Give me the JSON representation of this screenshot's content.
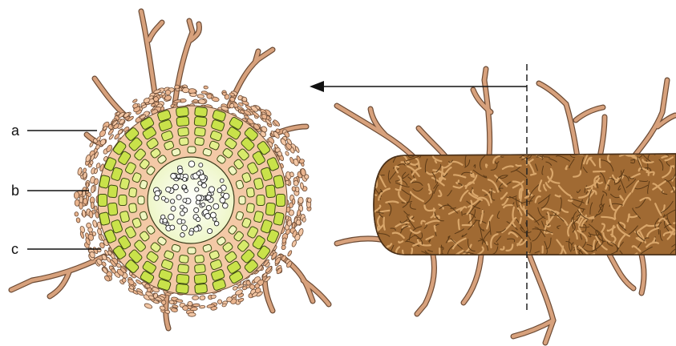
{
  "labels": {
    "a": "a",
    "b": "b",
    "c": "c"
  },
  "colors": {
    "hypha_fill": "#d7a17c",
    "hypha_outline": "#6b4a34",
    "cortex_cell": "#c9e24a",
    "cortex_cell_light": "#e4f08e",
    "stele_bg": "#f6f9dc",
    "mantle_brown": "#8a5a2b",
    "mantle_light": "#c08a4e",
    "line": "#111111"
  },
  "icons": {
    "arrow": "left-arrow-icon"
  }
}
